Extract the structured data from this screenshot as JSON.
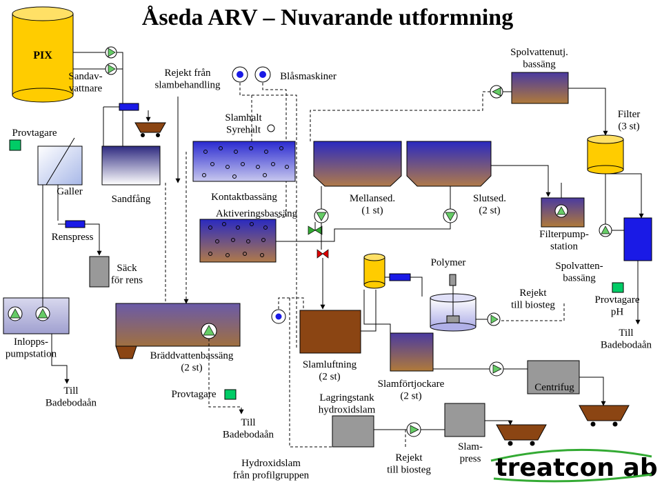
{
  "title": "Åseda ARV – Nuvarande utformning",
  "colors": {
    "pump_green": "#66cc66",
    "sampler_green": "#00cc66",
    "tank_yellow": "#ffcc00",
    "basin_dark": "#2d2a8a",
    "basin_mid": "#6a66c8",
    "basin_warm": "#9a6a4a",
    "blue_bar": "#1a1ae6",
    "sludge_brown": "#8b4513",
    "grey_box": "#999999",
    "filter_blue": "#3a3aff",
    "logo_green": "#33aa33"
  },
  "labels": {
    "pix": "PIX",
    "provtagare_left": "Provtagare",
    "sandavvattnare": "Sandav-\nvattnare",
    "rejekt_slam": "Rejekt från\nslambehandling",
    "blasmaskiner": "Blåsmaskiner",
    "slamhalt": "Slamhalt\nSyrehalt",
    "spolvattenutj": "Spolvattenutj.\nbassäng",
    "filter": "Filter\n(3 st)",
    "galler": "Galler",
    "sandfang": "Sandfång",
    "kontaktbassang": "Kontaktbassäng",
    "aktiveringsbassang": "Aktiveringsbassäng",
    "mellansed": "Mellansed.\n(1 st)",
    "slutsed": "Slutsed.\n(2 st)",
    "renspress": "Renspress",
    "sack": "Säck\nför rens",
    "polymer": "Polymer",
    "filterpumpstation": "Filterpump-\nstation",
    "spolvattenbassang": "Spolvatten-\nbassäng",
    "rejekt_biosteg_1": "Rejekt\ntill biosteg",
    "provtagare_ph": "Provtagare\npH",
    "inloppspumpstation": "Inlopps-\npumpstation",
    "braddvattenbassang": "Bräddvattenbassäng\n(2 st)",
    "till_badebodaan_r": "Till\nBadebodaån",
    "slamluftning": "Slamluftning\n(2 st)",
    "slamfortjockare": "Slamförtjockare\n(2 st)",
    "centrifug": "Centrifug",
    "till_badebodaan_l": "Till\nBadebodaån",
    "provtagare_mid": "Provtagare",
    "lagringstank": "Lagringstank\nhydroxidslam",
    "till_badebodaan_m": "Till\nBadebodaån",
    "slampress": "Slam-\npress",
    "hydroxidslam": "Hydroxidslam\nfrån profilgruppen",
    "rejekt_biosteg_2": "Rejekt\ntill biosteg"
  },
  "logo": {
    "text": "treatcon ab"
  }
}
